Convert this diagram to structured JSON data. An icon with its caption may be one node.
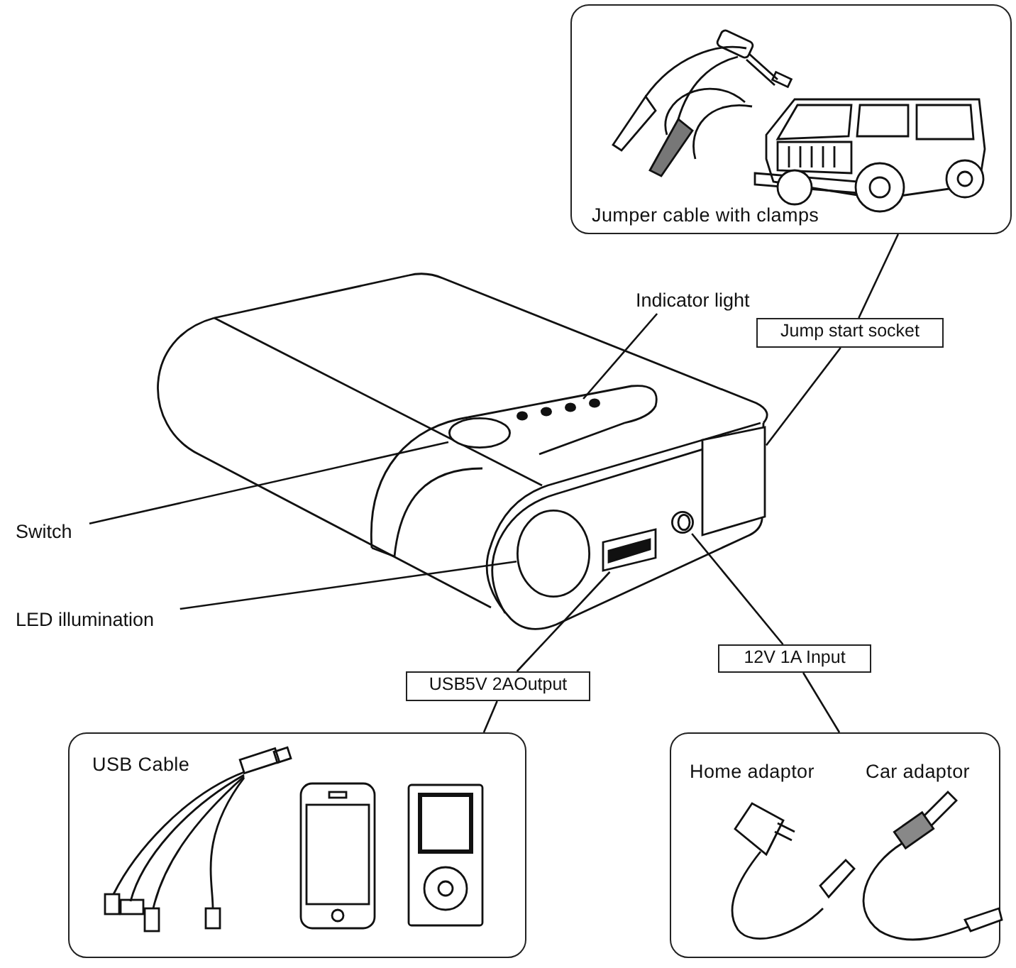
{
  "diagram": {
    "nodes": [
      {
        "text": [
          "Jumper cable with clamps"
        ]
      },
      {
        "text": [
          "Jump start socket"
        ]
      },
      {
        "text": [],
        "shape": "box"
      },
      {
        "text": [
          "Indicator light"
        ]
      },
      {
        "text": [],
        "shape": "circle"
      },
      {
        "text": [
          "Switch"
        ]
      },
      {
        "text": [],
        "shape": "circle"
      },
      {
        "text": [
          "LED illumination"
        ]
      },
      {
        "text": [],
        "shape": "circle"
      },
      {
        "text": [
          "USB5V 2AOutput"
        ]
      },
      {
        "text": [],
        "shape": "box"
      },
      {
        "text": [
          "USB Cable"
        ]
      },
      {
        "text": [
          "12V 1A Input"
        ]
      },
      {
        "text": [],
        "shape": "circle"
      },
      {
        "text": [
          "Home adaptor",
          "Car adaptor"
        ]
      }
    ],
    "edges": [
      {
        "from": 0,
        "to": 1,
        "arrow": "none"
      },
      {
        "from": 1,
        "to": 2,
        "arrow": "none"
      },
      {
        "from": 3,
        "to": 4,
        "arrow": "none"
      },
      {
        "from": 5,
        "to": 6,
        "arrow": "none"
      },
      {
        "from": 7,
        "to": 8,
        "arrow": "none"
      },
      {
        "from": 9,
        "to": 10,
        "arrow": "none"
      },
      {
        "from": 9,
        "to": 11,
        "arrow": "none"
      },
      {
        "from": 12,
        "to": 13,
        "arrow": "none"
      },
      {
        "from": 12,
        "to": 14,
        "arrow": "none"
      }
    ]
  }
}
